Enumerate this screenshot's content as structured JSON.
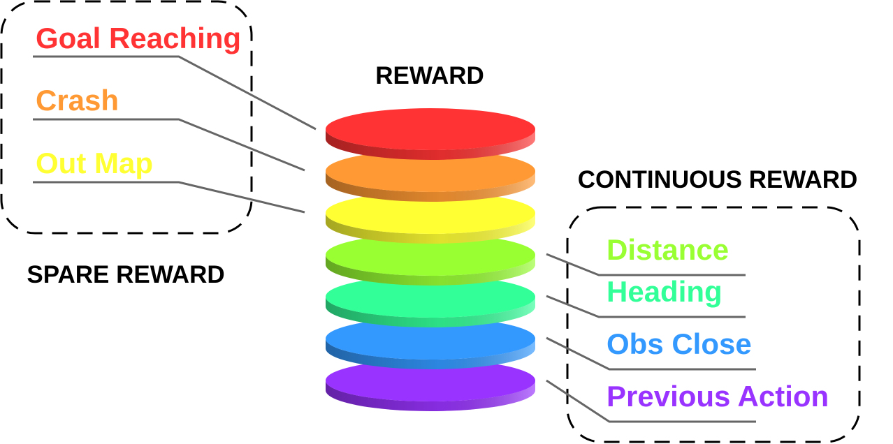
{
  "title": "REWARD",
  "sparse_group": {
    "label": "SPARE REWARD",
    "items": [
      {
        "text": "Goal Reaching",
        "color": "#ff3333"
      },
      {
        "text": "Crash",
        "color": "#ff9933"
      },
      {
        "text": "Out Map",
        "color": "#ffff33"
      }
    ]
  },
  "continuous_group": {
    "label": "CONTINUOUS REWARD",
    "items": [
      {
        "text": "Distance",
        "color": "#99ff33"
      },
      {
        "text": "Heading",
        "color": "#33ff99"
      },
      {
        "text": "Obs Close",
        "color": "#3399ff"
      },
      {
        "text": "Previous Action",
        "color": "#9933ff"
      }
    ]
  },
  "stack_layers": [
    {
      "color": "#ff3333"
    },
    {
      "color": "#ff9933"
    },
    {
      "color": "#ffff33"
    },
    {
      "color": "#99ff33"
    },
    {
      "color": "#33ff99"
    },
    {
      "color": "#3399ff"
    },
    {
      "color": "#9933ff"
    }
  ],
  "colors": {
    "connector": "#666666",
    "border": "#000000"
  }
}
